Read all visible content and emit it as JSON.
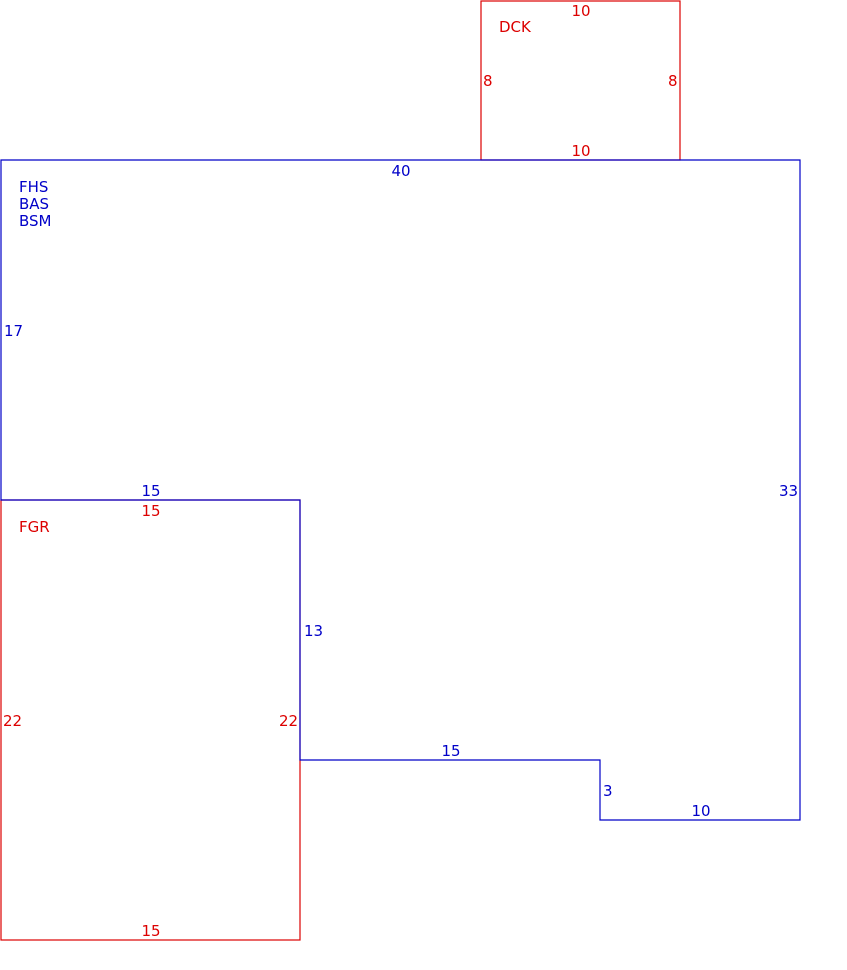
{
  "colors": {
    "main": "#0000c8",
    "accessory": "#dc0000",
    "background": "#ffffff"
  },
  "areas": {
    "main_codes": [
      "FHS",
      "BAS",
      "BSM"
    ],
    "garage_code": "FGR",
    "deck_code": "DCK"
  },
  "dimensions": {
    "main": {
      "top": "40",
      "left": "17",
      "right": "33",
      "top_of_garage": "15",
      "garage_side": "13",
      "lower_step": "15",
      "step_rise": "3",
      "bottom_right": "10"
    },
    "garage": {
      "top": "15",
      "left": "22",
      "right": "22",
      "bottom": "15"
    },
    "deck": {
      "top": "10",
      "bottom": "10",
      "left": "8",
      "right": "8"
    }
  }
}
